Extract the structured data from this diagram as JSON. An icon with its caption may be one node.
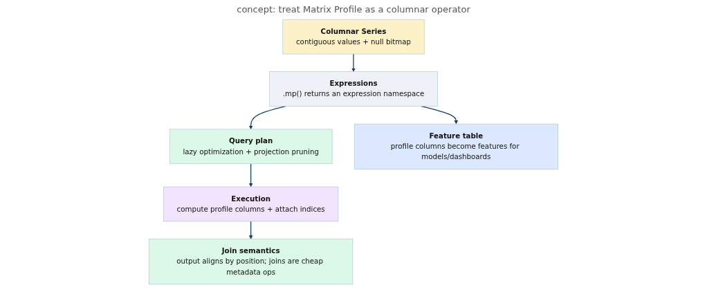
{
  "diagram": {
    "title": "concept: treat Matrix Profile as a columnar operator",
    "nodes": [
      {
        "text": [
          "Columnar Series",
          "contiguous values + null bitmap"
        ]
      },
      {
        "text": [
          "Expressions",
          ".mp() returns an expression namespace"
        ]
      },
      {
        "text": [
          "Query plan",
          "lazy optimization + projection pruning"
        ]
      },
      {
        "text": [
          "Execution",
          "compute profile columns + attach indices"
        ]
      },
      {
        "text": [
          "Feature table",
          "profile columns become features for models/dashboards"
        ]
      },
      {
        "text": [
          "Join semantics",
          "output aligns by position; joins are cheap metadata ops"
        ]
      }
    ],
    "edges": [
      {
        "from": 0,
        "to": 1,
        "arrow": "to"
      },
      {
        "from": 1,
        "to": 2,
        "arrow": "to"
      },
      {
        "from": 2,
        "to": 3,
        "arrow": "to"
      },
      {
        "from": 1,
        "to": 4,
        "arrow": "to"
      },
      {
        "from": 3,
        "to": 5,
        "arrow": "to"
      }
    ]
  }
}
